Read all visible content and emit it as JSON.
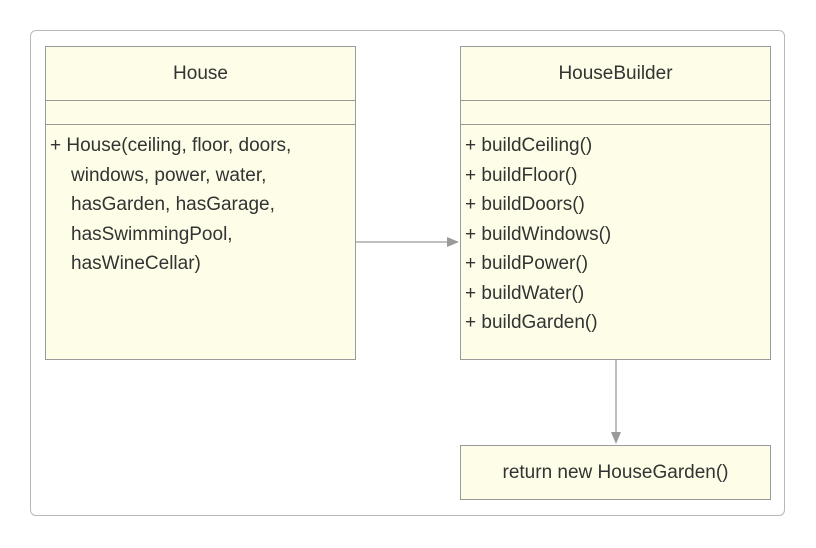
{
  "house": {
    "name": "House",
    "methods": [
      "+ House(ceiling, floor, doors,",
      "windows, power, water,",
      "hasGarden, hasGarage,",
      "hasSwimmingPool,",
      "hasWineCellar)"
    ]
  },
  "house_builder": {
    "name": "HouseBuilder",
    "methods": [
      "+ buildCeiling()",
      "+ buildFloor()",
      "+ buildDoors()",
      "+ buildWindows()",
      "+ buildPower()",
      "+ buildWater()",
      "+ buildGarden()"
    ]
  },
  "return_note": {
    "text": "return new HouseGarden()"
  },
  "colors": {
    "box_fill": "#fefee8",
    "box_border": "#9a9a9a",
    "arrow": "#9a9a9a",
    "frame_border": "#b8b8b8"
  }
}
